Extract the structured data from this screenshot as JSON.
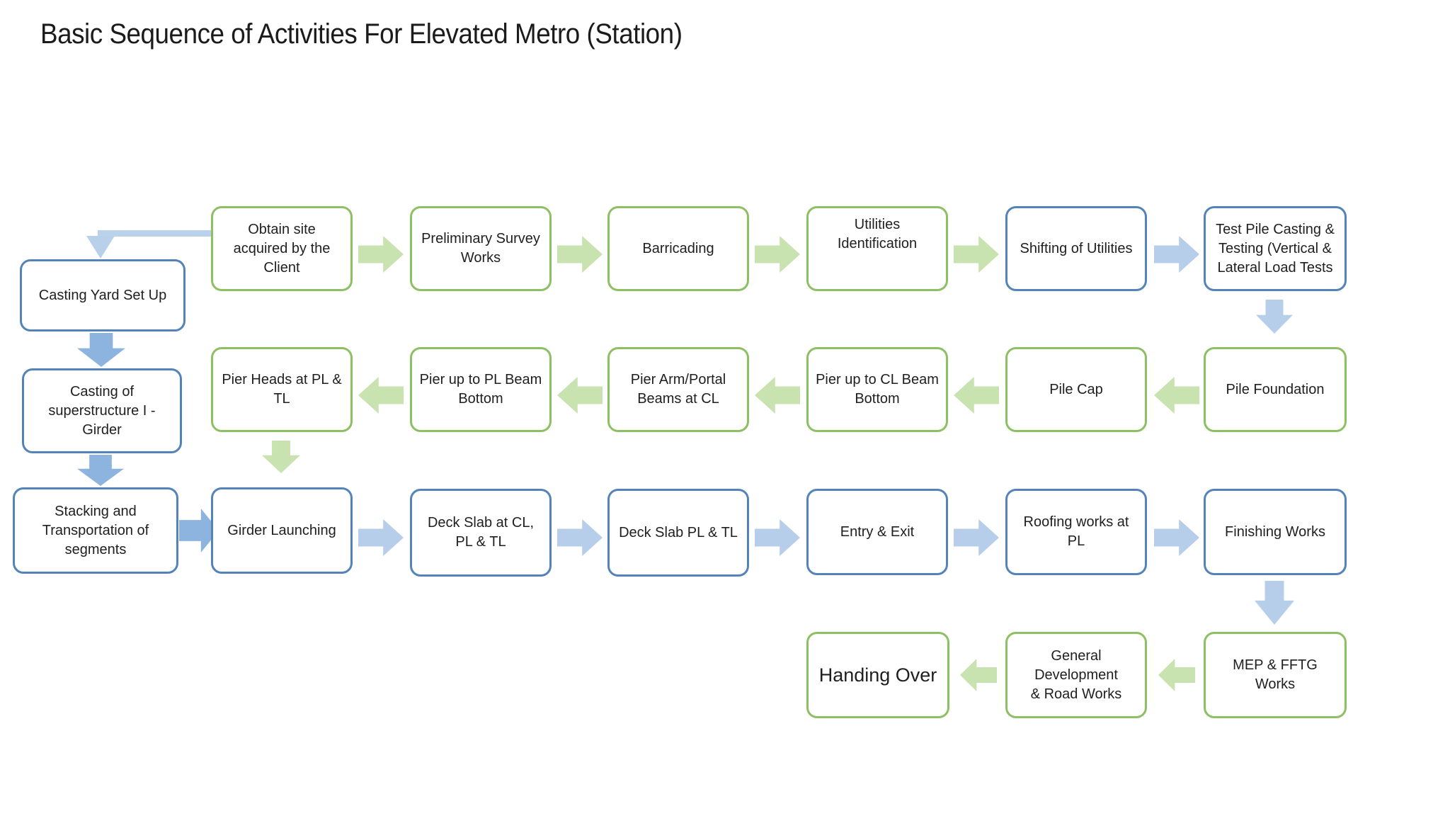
{
  "title": "Basic Sequence of Activities For Elevated Metro (Station)",
  "colors": {
    "green_box_border": "#8dbf63",
    "blue_box_border": "#5383b8",
    "green_arrow": "#c8e2b0",
    "light_blue_arrow": "#b6cee9",
    "medium_blue_arrow": "#8cb4de",
    "connector_blue": "#bad2eb",
    "text": "#1f1f1f",
    "background": "#ffffff"
  },
  "nodes": {
    "obtain_site": {
      "label": "Obtain site acquired by the Client"
    },
    "preliminary_survey": {
      "label": "Preliminary Survey Works"
    },
    "barricading": {
      "label": "Barricading"
    },
    "utilities_identification": {
      "label": "Utilities Identification"
    },
    "shifting_utilities": {
      "label": "Shifting of Utilities"
    },
    "test_pile": {
      "label": "Test Pile Casting & Testing (Vertical & Lateral Load Tests"
    },
    "pile_foundation": {
      "label": "Pile Foundation"
    },
    "pile_cap": {
      "label": "Pile Cap"
    },
    "pier_cl": {
      "label": "Pier up to CL Beam Bottom"
    },
    "pier_arm": {
      "label": "Pier Arm/Portal Beams at CL"
    },
    "pier_pl": {
      "label": "Pier up to PL Beam Bottom"
    },
    "pier_heads": {
      "label": "Pier Heads at PL & TL"
    },
    "casting_yard": {
      "label": "Casting Yard Set Up"
    },
    "casting_girder": {
      "label": "Casting of superstructure  I - Girder"
    },
    "stacking": {
      "label": "Stacking and Transportation of segments"
    },
    "girder_launching": {
      "label": "Girder Launching"
    },
    "deck_slab_all": {
      "label": "Deck Slab at CL, PL & TL"
    },
    "deck_slab_pl": {
      "label": "Deck Slab  PL & TL"
    },
    "entry_exit": {
      "label": "Entry & Exit"
    },
    "roofing": {
      "label": "Roofing works at PL"
    },
    "finishing": {
      "label": "Finishing Works"
    },
    "mep": {
      "label": "MEP & FFTG Works"
    },
    "general_dev": {
      "label": "General Development & Road Works"
    },
    "handing_over": {
      "label": "Handing Over"
    }
  }
}
